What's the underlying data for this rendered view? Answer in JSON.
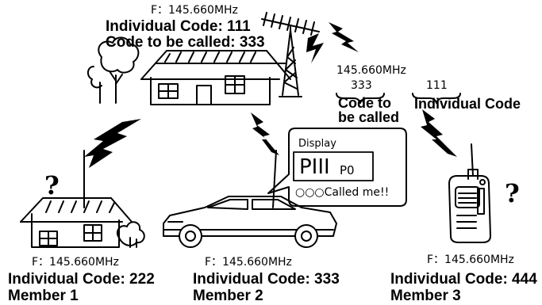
{
  "top": {
    "frequency": "F：145.660MHz",
    "individual_code": "Individual Code: 111",
    "code_to_call": "Code to be called: 333"
  },
  "signal": {
    "frequency": "145.660MHz",
    "code_to_be_called_value": "333",
    "code_to_be_called_label_line1": "Code to",
    "code_to_be_called_label_line2": "be called",
    "individual_code_value": "111",
    "individual_code_label": "Individual Code"
  },
  "display": {
    "title": "Display",
    "main": "PIII",
    "suffix": "P0",
    "message": "○○○Called me!!"
  },
  "members": [
    {
      "frequency": "F：145.660MHz",
      "individual_code": "Individual Code: 222",
      "name": "Member 1",
      "status": "?"
    },
    {
      "frequency": "F：145.660MHz",
      "individual_code": "Individual Code: 333",
      "name": "Member 2"
    },
    {
      "frequency": "F：145.660MHz",
      "individual_code": "Individual Code: 444",
      "name": "Member 3",
      "status": "?"
    }
  ]
}
